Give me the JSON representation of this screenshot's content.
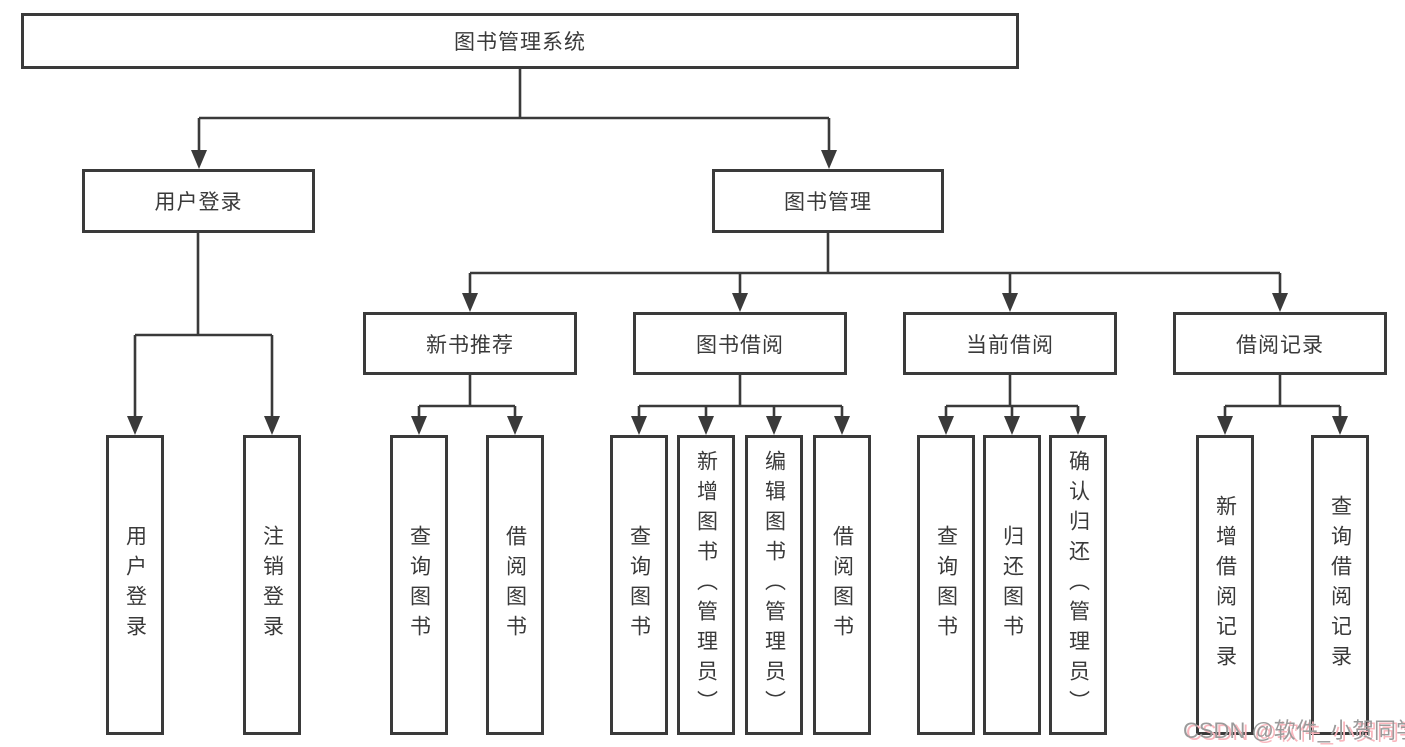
{
  "colors": {
    "line": "#3a3a3a",
    "text": "#3a3a3a",
    "box-bg": "#ffffff",
    "page-bg": "#ffffff",
    "wm-gray": "#9b9b9b",
    "wm-pink": "#f9b6bd"
  },
  "tree": {
    "root": {
      "label": "图书管理系统"
    },
    "children": [
      {
        "label": "用户登录",
        "children": [
          {
            "label": "用户登录"
          },
          {
            "label": "注销登录"
          }
        ]
      },
      {
        "label": "图书管理",
        "children": [
          {
            "label": "新书推荐",
            "children": [
              {
                "label": "查询图书"
              },
              {
                "label": "借阅图书"
              }
            ]
          },
          {
            "label": "图书借阅",
            "children": [
              {
                "label": "查询图书"
              },
              {
                "label": "新增图书（管理员）"
              },
              {
                "label": "编辑图书（管理员）"
              },
              {
                "label": "借阅图书"
              }
            ]
          },
          {
            "label": "当前借阅",
            "children": [
              {
                "label": "查询图书"
              },
              {
                "label": "归还图书"
              },
              {
                "label": "确认归还（管理员）"
              }
            ]
          },
          {
            "label": "借阅记录",
            "children": [
              {
                "label": "新增借阅记录"
              },
              {
                "label": "查询借阅记录"
              }
            ]
          }
        ]
      }
    ]
  },
  "watermark": {
    "text": "CSDN @软件_小贺同学"
  }
}
